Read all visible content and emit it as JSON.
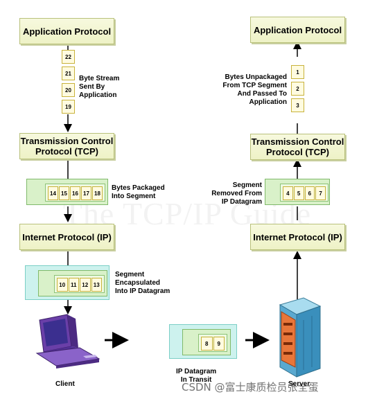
{
  "left": {
    "app_protocol": "Application Protocol",
    "stream_bytes": [
      "22",
      "21",
      "20",
      "19"
    ],
    "stream_label": [
      "Byte Stream",
      "Sent By",
      "Application"
    ],
    "tcp": [
      "Transmission Control",
      "Protocol (TCP)"
    ],
    "segment_bytes": [
      "14",
      "15",
      "16",
      "17",
      "18"
    ],
    "segment_label": [
      "Bytes Packaged",
      "Into Segment"
    ],
    "ip": "Internet Protocol (IP)",
    "datagram_bytes": [
      "10",
      "11",
      "12",
      "13"
    ],
    "datagram_label": [
      "Segment",
      "Encapsulated",
      "Into IP Datagram"
    ],
    "host_label": "Client"
  },
  "right": {
    "app_protocol": "Application Protocol",
    "stream_bytes": [
      "1",
      "2",
      "3"
    ],
    "stream_label": [
      "Bytes Unpackaged",
      "From TCP Segment",
      "And  Passed To",
      "Application"
    ],
    "tcp": [
      "Transmission Control",
      "Protocol (TCP)"
    ],
    "segment_bytes": [
      "4",
      "5",
      "6",
      "7"
    ],
    "segment_label": [
      "Segment",
      "Removed From",
      "IP Datagram"
    ],
    "ip": "Internet Protocol (IP)",
    "host_label": "Server"
  },
  "transit": {
    "bytes": [
      "8",
      "9"
    ],
    "label": [
      "IP Datagram",
      "In Transit"
    ]
  },
  "watermark": "The TCP/IP Guide",
  "credit": "CSDN @富士康质检员张全蛋",
  "colors": {
    "layer_fill": "#f2f5d2",
    "byte_fill": "#fffbe0",
    "segment_green": "#d9f1c9",
    "datagram_cyan": "#cdf2ee",
    "arrow": "#000000"
  }
}
